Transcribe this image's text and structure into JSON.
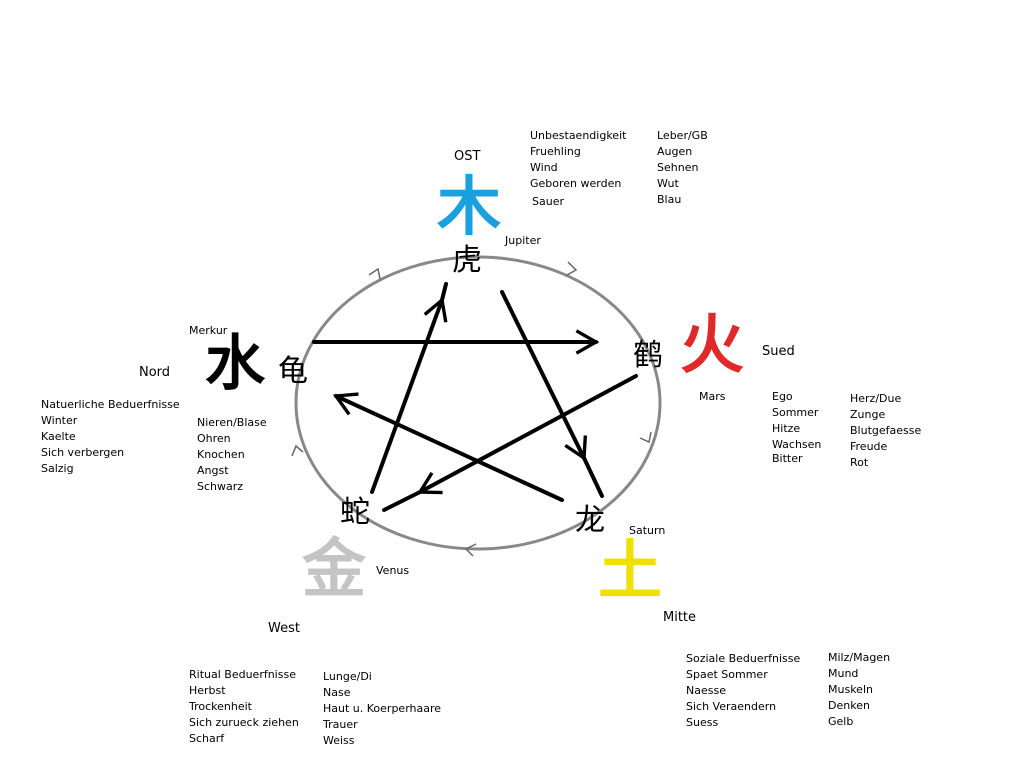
{
  "elements": {
    "wood": {
      "char": "木",
      "color": "#1a9fdf",
      "direction": "OST",
      "planet": "Jupiter"
    },
    "fire": {
      "char": "火",
      "color": "#e02a2a",
      "direction": "Sued",
      "planet": "Mars"
    },
    "earth": {
      "char": "土",
      "color": "#f0e000",
      "direction": "Mitte",
      "planet": "Saturn"
    },
    "metal": {
      "char": "金",
      "color": "#c4c4c4",
      "direction": "West",
      "planet": "Venus"
    },
    "water": {
      "char": "水",
      "color": "#000000",
      "direction": "Nord",
      "planet": "Merkur"
    }
  },
  "animals": {
    "tiger": "虎",
    "crane": "鹤",
    "dragon": "龙",
    "snake": "蛇",
    "turtle": "龟"
  },
  "wood_list_a": [
    "Unbestaendigkeit",
    "Fruehling",
    "Wind",
    "Geboren werden",
    "Sauer"
  ],
  "wood_list_b": [
    "Leber/GB",
    "Augen",
    "Sehnen",
    "Wut",
    "Blau"
  ],
  "fire_list_a": [
    "Ego",
    "Sommer",
    "Hitze",
    "Wachsen",
    "Bitter"
  ],
  "fire_list_b": [
    "Herz/Due",
    "Zunge",
    "Blutgefaesse",
    "Freude",
    "Rot"
  ],
  "earth_list_a": [
    "Soziale Beduerfnisse",
    "Spaet Sommer",
    "Naesse",
    "Sich Veraendern",
    "Suess"
  ],
  "earth_list_b": [
    "Milz/Magen",
    "Mund",
    "Muskeln",
    "Denken",
    "Gelb"
  ],
  "metal_list_a": [
    "Ritual Beduerfnisse",
    "Herbst",
    "Trockenheit",
    "Sich zurueck ziehen",
    "Scharf"
  ],
  "metal_list_b": [
    "Lunge/Di",
    "Nase",
    "Haut u. Koerperhaare",
    "Trauer",
    "Weiss"
  ],
  "water_list_a": [
    "Natuerliche Beduerfnisse",
    "Winter",
    "Kaelte",
    "Sich verbergen",
    "Salzig"
  ],
  "water_list_b": [
    "Nieren/Blase",
    "Ohren",
    "Knochen",
    "Angst",
    "Schwarz"
  ]
}
